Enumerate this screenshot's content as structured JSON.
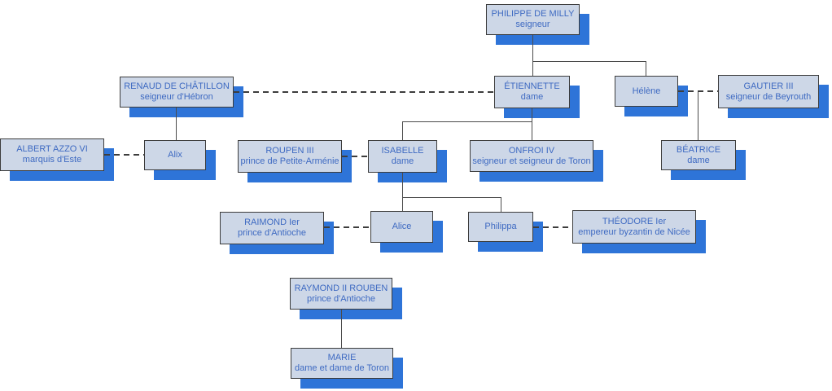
{
  "diagram": {
    "type": "family-tree",
    "colors": {
      "box_fill": "#cdd7e7",
      "box_border": "#3c3c3c",
      "box_shadow_blue": "#2e74d8",
      "text_blue": "#3e6ac2",
      "line_gray": "#4b4b4b",
      "background": "#ffffff"
    }
  },
  "persons": {
    "philippe": {
      "name": "PHILIPPE DE MILLY",
      "title": "seigneur"
    },
    "renaud": {
      "name": "RENAUD DE CHÂTILLON",
      "title": "seigneur d'Hébron"
    },
    "etiennette": {
      "name": "ÉTIENNETTE",
      "title": "dame"
    },
    "helene": {
      "name": "Hélène",
      "title": ""
    },
    "gautier": {
      "name": "GAUTIER III",
      "title": "seigneur de Beyrouth"
    },
    "albert": {
      "name": "ALBERT AZZO VI",
      "title": "marquis d'Este"
    },
    "alix": {
      "name": "Alix",
      "title": ""
    },
    "roupen": {
      "name": "ROUPEN III",
      "title": "prince de Petite-Arménie"
    },
    "isabelle": {
      "name": "ISABELLE",
      "title": "dame"
    },
    "onfroi": {
      "name": "ONFROI IV",
      "title": "seigneur et seigneur de Toron"
    },
    "beatrice": {
      "name": "BÉATRICE",
      "title": "dame"
    },
    "raimond": {
      "name": "RAIMOND Ier",
      "title": "prince d'Antioche"
    },
    "alice": {
      "name": "Alice",
      "title": ""
    },
    "philippa": {
      "name": "Philippa",
      "title": ""
    },
    "theodore": {
      "name": "THÉODORE Ier",
      "title": "empereur byzantin de Nicée"
    },
    "raymond2": {
      "name": "RAYMOND II ROUBEN",
      "title": "prince d'Antioche"
    },
    "marie": {
      "name": "MARIE",
      "title": "dame et dame de Toron"
    }
  },
  "relations": {
    "marriages": [
      [
        "RENAUD DE CHÂTILLON",
        "ÉTIENNETTE"
      ],
      [
        "Hélène",
        "GAUTIER III"
      ],
      [
        "ALBERT AZZO VI",
        "Alix"
      ],
      [
        "ROUPEN III",
        "ISABELLE"
      ],
      [
        "RAIMOND Ier",
        "Alice"
      ],
      [
        "Philippa",
        "THÉODORE Ier"
      ]
    ],
    "descents": [
      {
        "parent": "PHILIPPE DE MILLY",
        "children": [
          "ÉTIENNETTE",
          "Hélène"
        ]
      },
      {
        "parent": "RENAUD DE CHÂTILLON",
        "children": [
          "Alix"
        ]
      },
      {
        "parent": "ÉTIENNETTE",
        "children": [
          "ISABELLE",
          "ONFROI IV"
        ]
      },
      {
        "parent": "Hélène + GAUTIER III",
        "children": [
          "BÉATRICE"
        ]
      },
      {
        "parent": "ISABELLE",
        "children": [
          "Alice",
          "Philippa"
        ]
      },
      {
        "parent": "RAYMOND II ROUBEN",
        "children": [
          "MARIE"
        ]
      }
    ]
  }
}
